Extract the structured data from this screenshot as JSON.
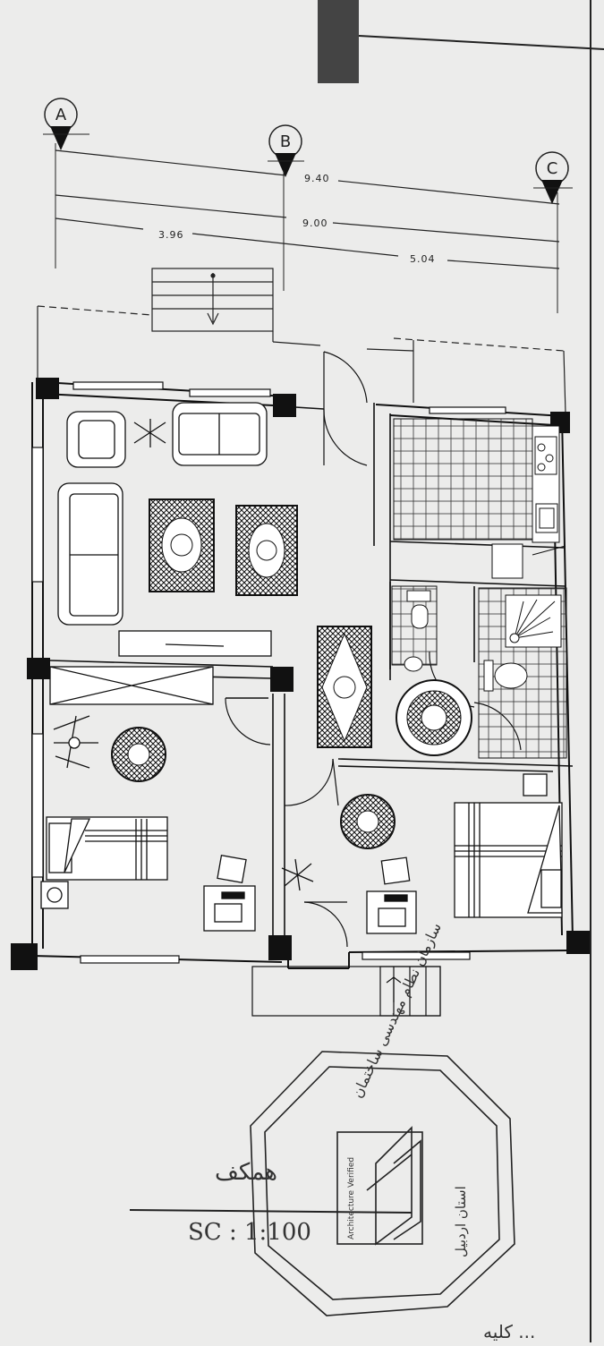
{
  "grid_axes": [
    "A",
    "B",
    "C"
  ],
  "dimensions": {
    "overall_outer": "9.40",
    "overall_inner": "9.00",
    "segment_ab": "3.96",
    "segment_bc": "5.04"
  },
  "scale_label": "SC : 1:100",
  "stamp": {
    "organization": "سازمان نظام مهندسی ساختمان",
    "province": "استان اردبیل",
    "verified": "Architecture Verified",
    "handwriting": "همکف"
  },
  "bottom_caption": "کلیه ..."
}
